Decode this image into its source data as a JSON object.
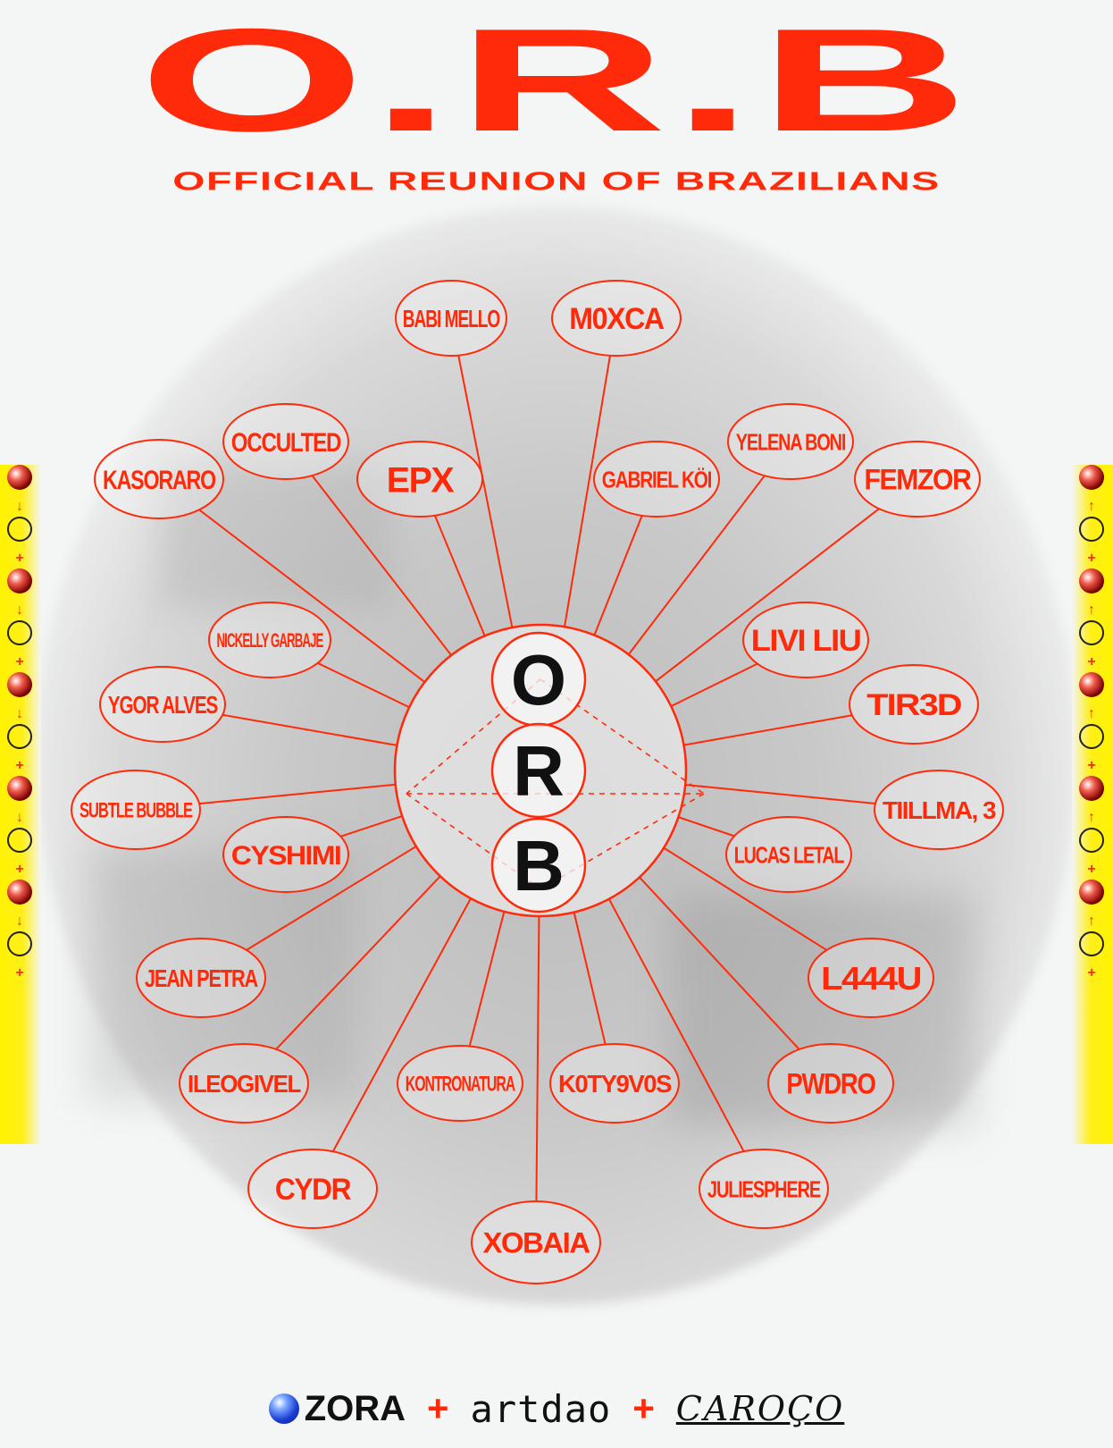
{
  "header": {
    "title": "O.R.B",
    "subtitle": "OFFICIAL REUNION OF BRAZILIANS"
  },
  "hub": {
    "letters": [
      "O",
      "R",
      "B"
    ]
  },
  "nodes": [
    {
      "label": "BABI MELLO"
    },
    {
      "label": "M0XCA"
    },
    {
      "label": "OCCULTED"
    },
    {
      "label": "KASORARO"
    },
    {
      "label": "EPX"
    },
    {
      "label": "GABRIEL KÖI"
    },
    {
      "label": "YELENA BONI"
    },
    {
      "label": "FEMZOR"
    },
    {
      "label": "NICKELLY GARBAJE"
    },
    {
      "label": "LIVI LIU"
    },
    {
      "label": "YGOR ALVES"
    },
    {
      "label": "TIR3D"
    },
    {
      "label": "SUBTLE BUBBLE"
    },
    {
      "label": "TIILLMA, 3"
    },
    {
      "label": "CYSHIMI"
    },
    {
      "label": "LUCAS LETAL"
    },
    {
      "label": "JEAN PETRA"
    },
    {
      "label": "L444U"
    },
    {
      "label": "ILEOGIVEL"
    },
    {
      "label": "KONTRONATURA"
    },
    {
      "label": "K0TY9V0S"
    },
    {
      "label": "PWDRO"
    },
    {
      "label": "CYDR"
    },
    {
      "label": "JULIESPHERE"
    },
    {
      "label": "XOBAIA"
    }
  ],
  "side_strip": {
    "left_glyphs": [
      "↓",
      "+",
      "↓",
      "+",
      "↓",
      "+",
      "↓",
      "+",
      "↓",
      "+"
    ],
    "right_glyphs": [
      "↑",
      "+",
      "↑",
      "+",
      "↑",
      "+",
      "↑",
      "+",
      "↑",
      "+"
    ]
  },
  "footer": {
    "partner1": "ZORA",
    "plus": "+",
    "partner2": "artdao",
    "partner3": "CAROÇO"
  },
  "colors": {
    "accent": "#ff2a0a",
    "background": "#f4f5f5",
    "hub_text": "#111111",
    "strip": "#fff200"
  }
}
